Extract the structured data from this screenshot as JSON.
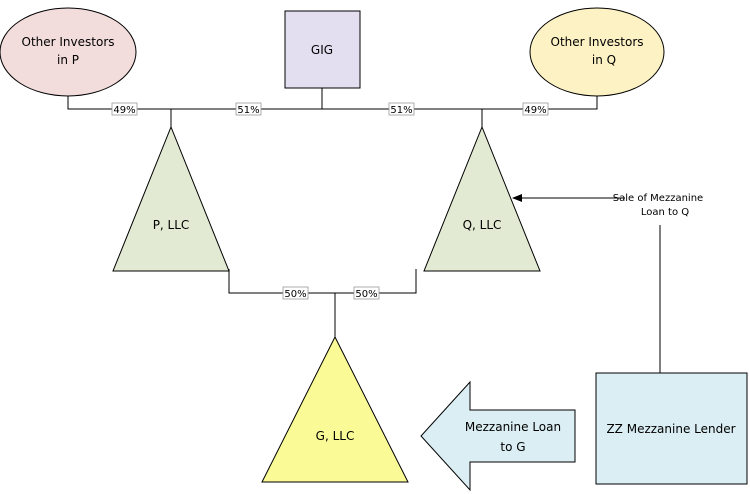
{
  "nodes": {
    "other_investors_p": {
      "line1": "Other Investors",
      "line2": "in P"
    },
    "gig": {
      "label": "GIG"
    },
    "other_investors_q": {
      "line1": "Other Investors",
      "line2": "in Q"
    },
    "p_llc": {
      "label": "P, LLC"
    },
    "q_llc": {
      "label": "Q, LLC"
    },
    "g_llc": {
      "label": "G, LLC"
    },
    "zz_lender": {
      "label": "ZZ Mezzanine Lender"
    },
    "mezz_loan_arrow": {
      "line1": "Mezzanine Loan",
      "line2": "to G"
    },
    "sale_note": {
      "line1": "Sale of Mezzanine",
      "line2": "Loan to Q"
    }
  },
  "ownership": {
    "others_in_p": "49%",
    "gig_in_p": "51%",
    "gig_in_q": "51%",
    "others_in_q": "49%",
    "p_in_g": "50%",
    "q_in_g": "50%"
  },
  "colors": {
    "ellipse_left": "#f2dcdc",
    "ellipse_right": "#fdf2c4",
    "gig_box": "#e4dff0",
    "green_triangle": "#e2ead3",
    "yellow_triangle": "#fafa96",
    "blue_shape": "#daeef3"
  }
}
